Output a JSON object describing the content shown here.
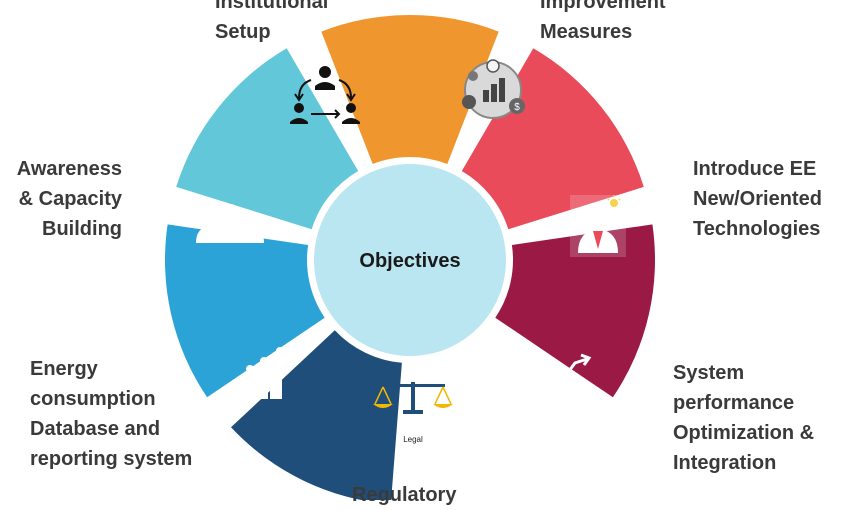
{
  "center": {
    "label": "Objectives"
  },
  "segments": [
    {
      "id": "institutional",
      "label": "Institutional\nSetup",
      "color": "#62C8D9",
      "icon": "org-chart-icon"
    },
    {
      "id": "improvement",
      "label": "Improvement\nMeasures",
      "color": "#F0962F",
      "icon": "finance-growth-icon"
    },
    {
      "id": "technologies",
      "label": "Introduce EE\nNew/Oriented\nTechnologies",
      "color": "#E94B5B",
      "icon": "idea-person-icon"
    },
    {
      "id": "optimization",
      "label": "System\nperformance\nOptimization &\nIntegration",
      "color": "#9A1A45",
      "icon": "trend-chart-icon"
    },
    {
      "id": "legal",
      "label": "Regulatory",
      "color": "#FFFFFF",
      "icon": "balance-scale-icon",
      "icon_caption": "Legal"
    },
    {
      "id": "database",
      "label": "Energy\nconsumption\nDatabase and\nreporting system",
      "color": "#1F4E7A",
      "icon": "climbing-steps-icon"
    },
    {
      "id": "awareness",
      "label": "Awareness\n& Capacity\nBuilding",
      "color": "#2BA3D6",
      "icon": "team-group-icon"
    }
  ]
}
